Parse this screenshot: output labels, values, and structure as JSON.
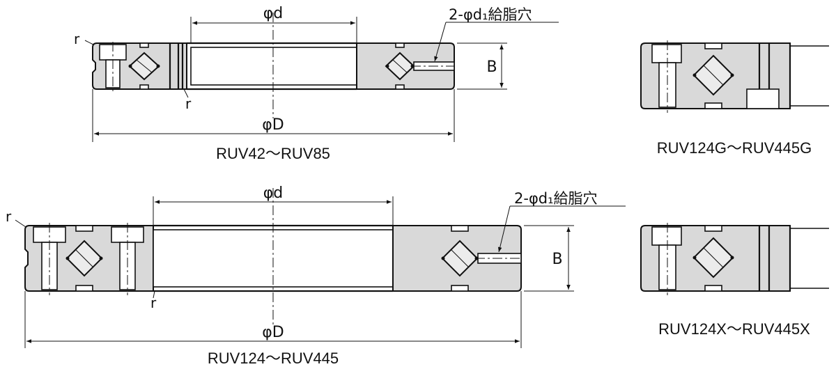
{
  "diagrams": {
    "top_left": {
      "caption": "RUV42～RUV85",
      "inner_diameter_label": "φd",
      "outer_diameter_label": "φD",
      "width_label": "B",
      "radius_label_top": "r",
      "radius_label_bottom": "r",
      "grease_hole_label": "2-φd₁給脂穴"
    },
    "bottom_left": {
      "caption": "RUV124～RUV445",
      "inner_diameter_label": "φd",
      "outer_diameter_label": "φD",
      "width_label": "B",
      "radius_label_top": "r",
      "radius_label_bottom": "r",
      "grease_hole_label": "2-φd₁給脂穴"
    },
    "top_right": {
      "caption": "RUV124G～RUV445G"
    },
    "bottom_right": {
      "caption": "RUV124X～RUV445X"
    }
  }
}
